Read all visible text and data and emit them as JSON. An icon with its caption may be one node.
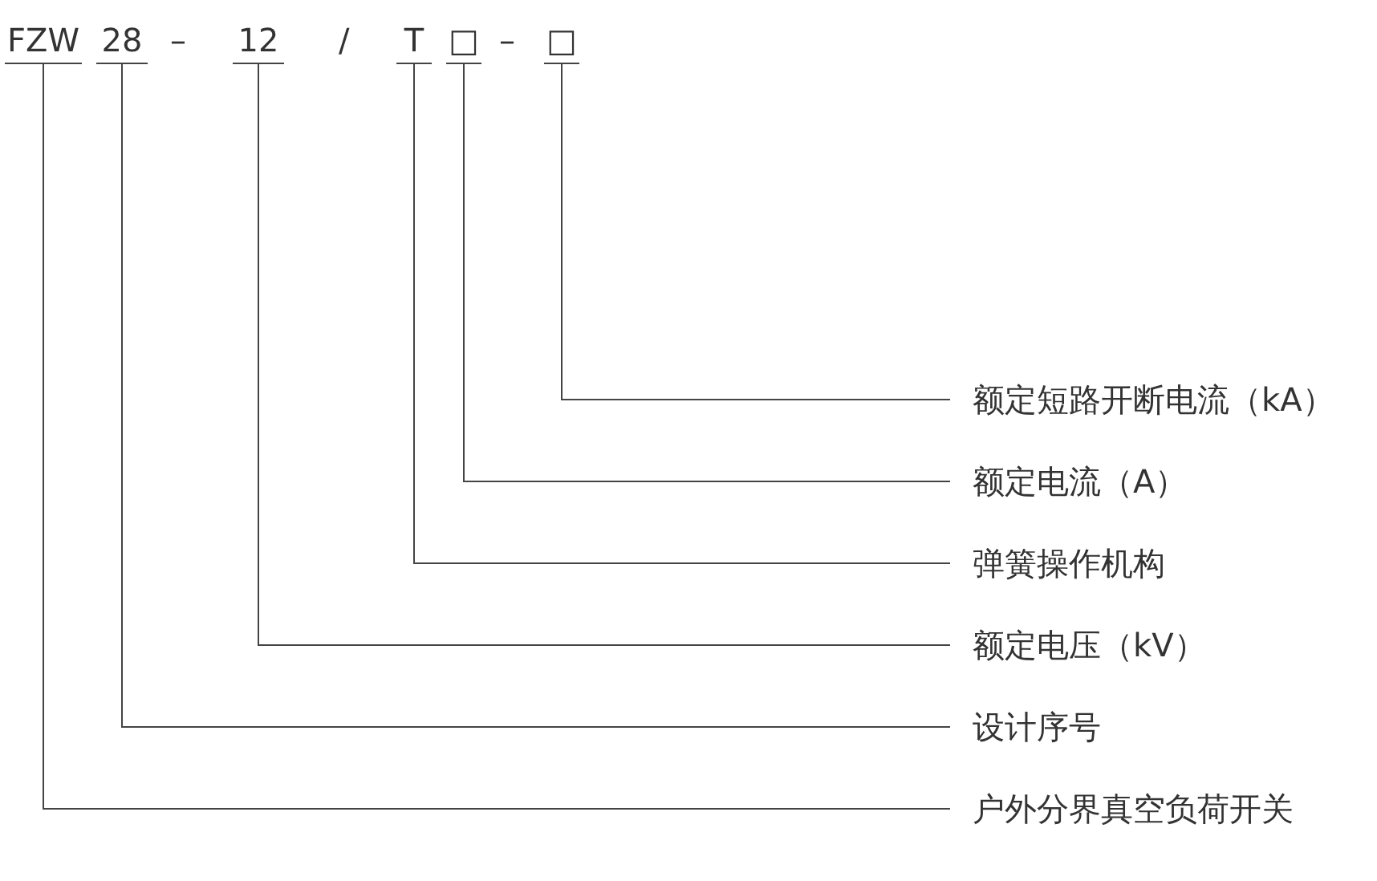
{
  "diagram": {
    "nodes": [
      {
        "text": [
          "FZW"
        ]
      },
      {
        "text": [
          "28"
        ]
      },
      {
        "text": [
          "12"
        ]
      },
      {
        "text": [
          "T"
        ]
      },
      {
        "text": [
          "□"
        ]
      },
      {
        "text": [
          "□"
        ]
      },
      {
        "text": [
          "额定短路开断电流（kA）"
        ]
      },
      {
        "text": [
          "额定电流（A）"
        ]
      },
      {
        "text": [
          "弹簧操作机构"
        ]
      },
      {
        "text": [
          "额定电压（kV）"
        ]
      },
      {
        "text": [
          "设计序号"
        ]
      },
      {
        "text": [
          "户外分界真空负荷开关"
        ]
      }
    ],
    "edges": [
      {
        "from": 6,
        "to": 5,
        "arrow": "none"
      },
      {
        "from": 7,
        "to": 4,
        "arrow": "none"
      },
      {
        "from": 8,
        "to": 3,
        "arrow": "none"
      },
      {
        "from": 9,
        "to": 2,
        "arrow": "none"
      },
      {
        "from": 10,
        "to": 1,
        "arrow": "none"
      },
      {
        "from": 11,
        "to": 0,
        "arrow": "none"
      }
    ],
    "labels": [
      "–",
      "/",
      "–"
    ]
  }
}
